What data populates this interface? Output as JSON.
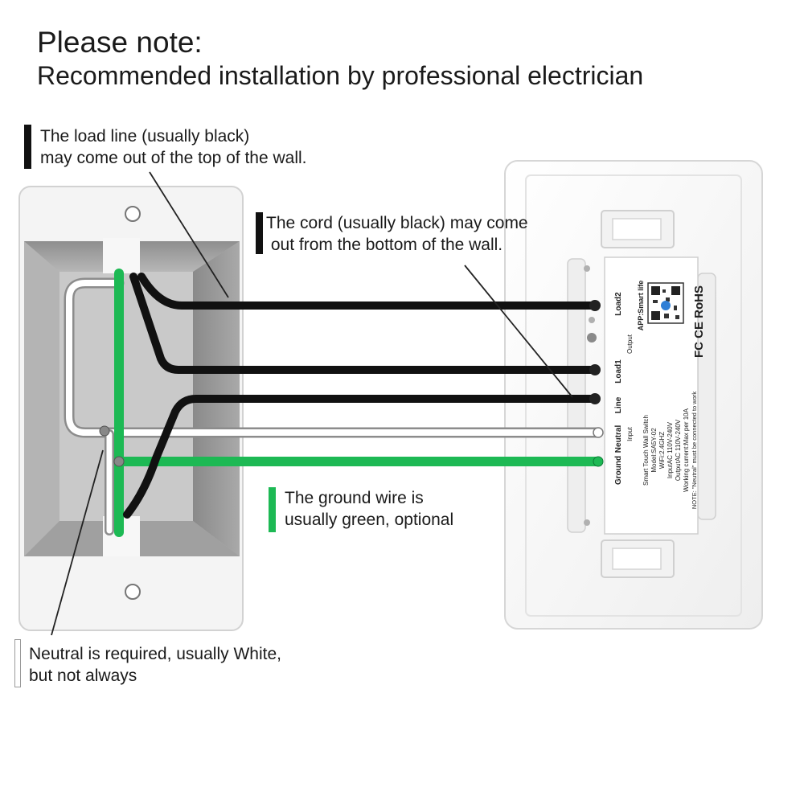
{
  "heading": {
    "title": "Please note:",
    "subtitle": "Recommended installation by professional electrician"
  },
  "callouts": {
    "load_line": [
      "The load line (usually black)",
      "may come out of the top of the wall."
    ],
    "cord": [
      "The cord (usually black) may come",
      " out from the bottom of the wall."
    ],
    "ground": [
      "The ground wire is",
      "usually green, optional"
    ],
    "neutral": [
      "Neutral is required, usually White,",
      "but not always"
    ]
  },
  "switch_module": {
    "terminals": [
      "Load2",
      "Load1",
      "Line",
      "Neutral",
      "Ground"
    ],
    "group_labels": [
      "Output",
      "Input"
    ],
    "app_label": "APP:Smart life",
    "certifications": "FC CE RoHS",
    "spec_lines": [
      "Smart Touch Wall Switch",
      "Model:SA5Y-02",
      "WiFi:2.4GHZ",
      "InputAC 110V-240V",
      "OutputAC 110V-240V",
      "Working current:Max per 10A"
    ],
    "note": "NOTE: \"Neutral\" must be connected to work"
  },
  "colors": {
    "ground_wire": "#1db954",
    "load_wire": "#111111",
    "neutral_wire": "#ffffff",
    "box_gray": "#9e9e9e"
  }
}
